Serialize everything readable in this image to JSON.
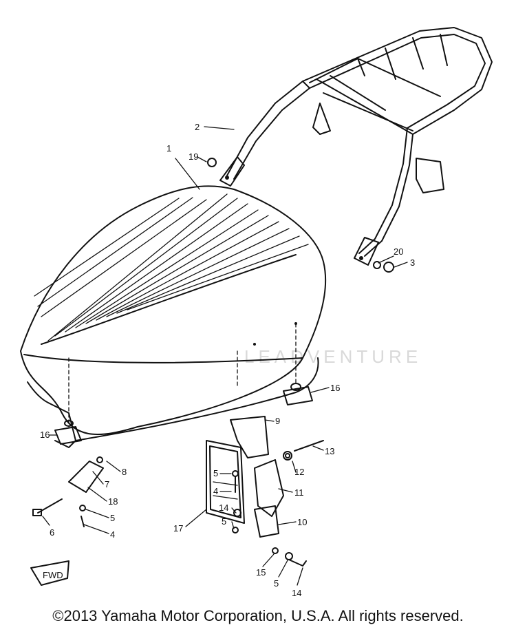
{
  "watermark": "LEADVENTURE",
  "fwd_tag": "FWD",
  "copyright": "©2013 Yamaha Motor Corporation, U.S.A. All rights reserved.",
  "parts": {
    "p1": "1",
    "p2": "2",
    "p3": "3",
    "p4a": "4",
    "p4b": "4",
    "p5a": "5",
    "p5b": "5",
    "p5c": "5",
    "p5d": "5",
    "p6": "6",
    "p7": "7",
    "p8": "8",
    "p9": "9",
    "p10": "10",
    "p11": "11",
    "p12": "12",
    "p13": "13",
    "p14a": "14",
    "p14b": "14",
    "p15": "15",
    "p16a": "16",
    "p16b": "16",
    "p17": "17",
    "p18": "18",
    "p19": "19",
    "p20": "20"
  }
}
